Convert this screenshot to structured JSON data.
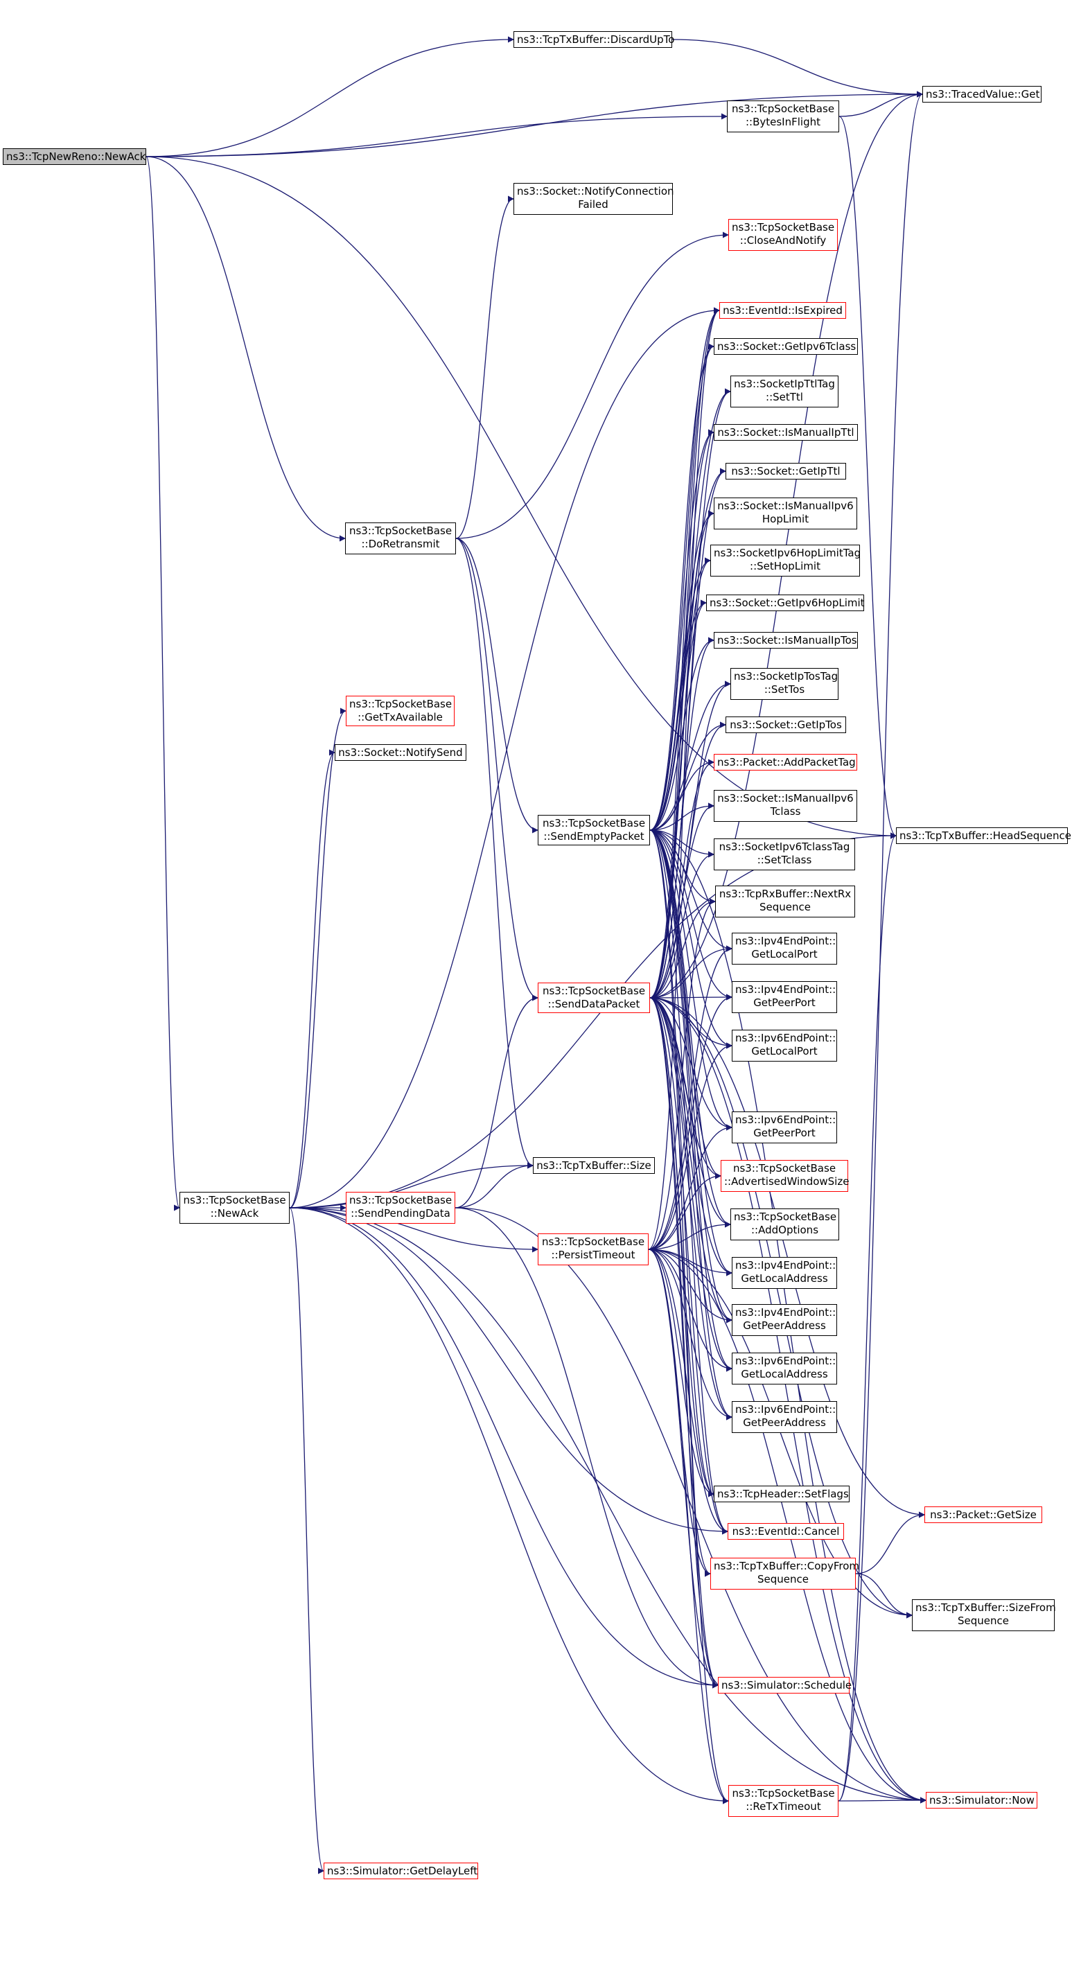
{
  "colors": {
    "edge": "#191970",
    "node_border": "#000000",
    "node_border_red": "#ff0000",
    "root_fill": "#bfbfbf"
  },
  "nodes": [
    {
      "id": "n01",
      "lines": [
        "ns3::TcpNewReno::NewAck"
      ],
      "style": "root"
    },
    {
      "id": "n02",
      "lines": [
        "ns3::TcpTxBuffer::DiscardUpTo"
      ],
      "style": "black"
    },
    {
      "id": "n03",
      "lines": [
        "ns3::TracedValue::Get"
      ],
      "style": "black"
    },
    {
      "id": "n04",
      "lines": [
        "ns3::TcpSocketBase",
        "::BytesInFlight"
      ],
      "style": "black"
    },
    {
      "id": "n05",
      "lines": [
        "ns3::Socket::NotifyConnection",
        "Failed"
      ],
      "style": "black"
    },
    {
      "id": "n06",
      "lines": [
        "ns3::TcpSocketBase",
        "::CloseAndNotify"
      ],
      "style": "red"
    },
    {
      "id": "n07",
      "lines": [
        "ns3::EventId::IsExpired"
      ],
      "style": "red"
    },
    {
      "id": "n08",
      "lines": [
        "ns3::Socket::GetIpv6Tclass"
      ],
      "style": "black"
    },
    {
      "id": "n09",
      "lines": [
        "ns3::SocketIpTtlTag",
        "::SetTtl"
      ],
      "style": "black"
    },
    {
      "id": "n10",
      "lines": [
        "ns3::Socket::IsManualIpTtl"
      ],
      "style": "black"
    },
    {
      "id": "n11",
      "lines": [
        "ns3::Socket::GetIpTtl"
      ],
      "style": "black"
    },
    {
      "id": "n12",
      "lines": [
        "ns3::TcpSocketBase",
        "::DoRetransmit"
      ],
      "style": "black"
    },
    {
      "id": "n13",
      "lines": [
        "ns3::Socket::IsManualIpv6",
        "HopLimit"
      ],
      "style": "black"
    },
    {
      "id": "n14",
      "lines": [
        "ns3::SocketIpv6HopLimitTag",
        "::SetHopLimit"
      ],
      "style": "black"
    },
    {
      "id": "n15",
      "lines": [
        "ns3::Socket::GetIpv6HopLimit"
      ],
      "style": "black"
    },
    {
      "id": "n16",
      "lines": [
        "ns3::Socket::IsManualIpTos"
      ],
      "style": "black"
    },
    {
      "id": "n17",
      "lines": [
        "ns3::TcpSocketBase",
        "::GetTxAvailable"
      ],
      "style": "red"
    },
    {
      "id": "n18",
      "lines": [
        "ns3::SocketIpTosTag",
        "::SetTos"
      ],
      "style": "black"
    },
    {
      "id": "n19",
      "lines": [
        "ns3::Socket::GetIpTos"
      ],
      "style": "black"
    },
    {
      "id": "n20",
      "lines": [
        "ns3::Socket::NotifySend"
      ],
      "style": "black"
    },
    {
      "id": "n21",
      "lines": [
        "ns3::Packet::AddPacketTag"
      ],
      "style": "red"
    },
    {
      "id": "n22",
      "lines": [
        "ns3::Socket::IsManualIpv6",
        "Tclass"
      ],
      "style": "black"
    },
    {
      "id": "n23",
      "lines": [
        "ns3::TcpSocketBase",
        "::SendEmptyPacket"
      ],
      "style": "black"
    },
    {
      "id": "n24",
      "lines": [
        "ns3::TcpTxBuffer::HeadSequence"
      ],
      "style": "black"
    },
    {
      "id": "n25",
      "lines": [
        "ns3::SocketIpv6TclassTag",
        "::SetTclass"
      ],
      "style": "black"
    },
    {
      "id": "n26",
      "lines": [
        "ns3::TcpRxBuffer::NextRx",
        "Sequence"
      ],
      "style": "black"
    },
    {
      "id": "n27",
      "lines": [
        "ns3::Ipv4EndPoint::",
        "GetLocalPort"
      ],
      "style": "black"
    },
    {
      "id": "n28",
      "lines": [
        "ns3::TcpSocketBase",
        "::SendDataPacket"
      ],
      "style": "red"
    },
    {
      "id": "n29",
      "lines": [
        "ns3::Ipv4EndPoint::",
        "GetPeerPort"
      ],
      "style": "black"
    },
    {
      "id": "n30",
      "lines": [
        "ns3::Ipv6EndPoint::",
        "GetLocalPort"
      ],
      "style": "black"
    },
    {
      "id": "n31",
      "lines": [
        "ns3::Ipv6EndPoint::",
        "GetPeerPort"
      ],
      "style": "black"
    },
    {
      "id": "n32",
      "lines": [
        "ns3::TcpTxBuffer::Size"
      ],
      "style": "black"
    },
    {
      "id": "n33",
      "lines": [
        "ns3::TcpSocketBase",
        "::AdvertisedWindowSize"
      ],
      "style": "red"
    },
    {
      "id": "n34",
      "lines": [
        "ns3::TcpSocketBase",
        "::NewAck"
      ],
      "style": "black"
    },
    {
      "id": "n35",
      "lines": [
        "ns3::TcpSocketBase",
        "::SendPendingData"
      ],
      "style": "red"
    },
    {
      "id": "n36",
      "lines": [
        "ns3::TcpSocketBase",
        "::AddOptions"
      ],
      "style": "black"
    },
    {
      "id": "n37",
      "lines": [
        "ns3::TcpSocketBase",
        "::PersistTimeout"
      ],
      "style": "red"
    },
    {
      "id": "n38",
      "lines": [
        "ns3::Ipv4EndPoint::",
        "GetLocalAddress"
      ],
      "style": "black"
    },
    {
      "id": "n39",
      "lines": [
        "ns3::Ipv4EndPoint::",
        "GetPeerAddress"
      ],
      "style": "black"
    },
    {
      "id": "n40",
      "lines": [
        "ns3::Ipv6EndPoint::",
        "GetLocalAddress"
      ],
      "style": "black"
    },
    {
      "id": "n41",
      "lines": [
        "ns3::Ipv6EndPoint::",
        "GetPeerAddress"
      ],
      "style": "black"
    },
    {
      "id": "n42",
      "lines": [
        "ns3::TcpHeader::SetFlags"
      ],
      "style": "black"
    },
    {
      "id": "n43",
      "lines": [
        "ns3::Packet::GetSize"
      ],
      "style": "red"
    },
    {
      "id": "n44",
      "lines": [
        "ns3::EventId::Cancel"
      ],
      "style": "red"
    },
    {
      "id": "n45",
      "lines": [
        "ns3::TcpTxBuffer::CopyFrom",
        "Sequence"
      ],
      "style": "red"
    },
    {
      "id": "n46",
      "lines": [
        "ns3::TcpTxBuffer::SizeFrom",
        "Sequence"
      ],
      "style": "black"
    },
    {
      "id": "n47",
      "lines": [
        "ns3::Simulator::Schedule"
      ],
      "style": "red"
    },
    {
      "id": "n48",
      "lines": [
        "ns3::TcpSocketBase",
        "::ReTxTimeout"
      ],
      "style": "red"
    },
    {
      "id": "n49",
      "lines": [
        "ns3::Simulator::Now"
      ],
      "style": "red"
    },
    {
      "id": "n50",
      "lines": [
        "ns3::Simulator::GetDelayLeft"
      ],
      "style": "red"
    }
  ],
  "edges": [
    [
      "n01",
      "n02"
    ],
    [
      "n01",
      "n03"
    ],
    [
      "n01",
      "n04"
    ],
    [
      "n01",
      "n24"
    ],
    [
      "n01",
      "n12"
    ],
    [
      "n01",
      "n34"
    ],
    [
      "n02",
      "n03"
    ],
    [
      "n04",
      "n03"
    ],
    [
      "n04",
      "n24"
    ],
    [
      "n12",
      "n05"
    ],
    [
      "n12",
      "n06"
    ],
    [
      "n12",
      "n23"
    ],
    [
      "n12",
      "n28"
    ],
    [
      "n12",
      "n32"
    ],
    [
      "n23",
      "n07"
    ],
    [
      "n23",
      "n08"
    ],
    [
      "n23",
      "n09"
    ],
    [
      "n23",
      "n10"
    ],
    [
      "n23",
      "n11"
    ],
    [
      "n23",
      "n13"
    ],
    [
      "n23",
      "n14"
    ],
    [
      "n23",
      "n15"
    ],
    [
      "n23",
      "n16"
    ],
    [
      "n23",
      "n18"
    ],
    [
      "n23",
      "n19"
    ],
    [
      "n23",
      "n21"
    ],
    [
      "n23",
      "n22"
    ],
    [
      "n23",
      "n25"
    ],
    [
      "n23",
      "n26"
    ],
    [
      "n23",
      "n27"
    ],
    [
      "n23",
      "n29"
    ],
    [
      "n23",
      "n30"
    ],
    [
      "n23",
      "n31"
    ],
    [
      "n23",
      "n33"
    ],
    [
      "n23",
      "n36"
    ],
    [
      "n23",
      "n38"
    ],
    [
      "n23",
      "n39"
    ],
    [
      "n23",
      "n40"
    ],
    [
      "n23",
      "n41"
    ],
    [
      "n23",
      "n42"
    ],
    [
      "n23",
      "n44"
    ],
    [
      "n23",
      "n47"
    ],
    [
      "n23",
      "n49"
    ],
    [
      "n28",
      "n03"
    ],
    [
      "n28",
      "n07"
    ],
    [
      "n28",
      "n08"
    ],
    [
      "n28",
      "n09"
    ],
    [
      "n28",
      "n10"
    ],
    [
      "n28",
      "n11"
    ],
    [
      "n28",
      "n13"
    ],
    [
      "n28",
      "n14"
    ],
    [
      "n28",
      "n15"
    ],
    [
      "n28",
      "n16"
    ],
    [
      "n28",
      "n18"
    ],
    [
      "n28",
      "n19"
    ],
    [
      "n28",
      "n21"
    ],
    [
      "n28",
      "n22"
    ],
    [
      "n28",
      "n25"
    ],
    [
      "n28",
      "n26"
    ],
    [
      "n28",
      "n27"
    ],
    [
      "n28",
      "n29"
    ],
    [
      "n28",
      "n30"
    ],
    [
      "n28",
      "n31"
    ],
    [
      "n28",
      "n33"
    ],
    [
      "n28",
      "n36"
    ],
    [
      "n28",
      "n38"
    ],
    [
      "n28",
      "n39"
    ],
    [
      "n28",
      "n40"
    ],
    [
      "n28",
      "n41"
    ],
    [
      "n28",
      "n42"
    ],
    [
      "n28",
      "n43"
    ],
    [
      "n28",
      "n44"
    ],
    [
      "n28",
      "n45"
    ],
    [
      "n28",
      "n46"
    ],
    [
      "n28",
      "n47"
    ],
    [
      "n28",
      "n48"
    ],
    [
      "n28",
      "n49"
    ],
    [
      "n34",
      "n07"
    ],
    [
      "n34",
      "n17"
    ],
    [
      "n34",
      "n20"
    ],
    [
      "n34",
      "n32"
    ],
    [
      "n34",
      "n35"
    ],
    [
      "n34",
      "n37"
    ],
    [
      "n34",
      "n44"
    ],
    [
      "n34",
      "n47"
    ],
    [
      "n34",
      "n48"
    ],
    [
      "n34",
      "n49"
    ],
    [
      "n34",
      "n50"
    ],
    [
      "n34",
      "n24"
    ],
    [
      "n35",
      "n28"
    ],
    [
      "n35",
      "n32"
    ],
    [
      "n35",
      "n47"
    ],
    [
      "n35",
      "n49"
    ],
    [
      "n37",
      "n07"
    ],
    [
      "n37",
      "n26"
    ],
    [
      "n37",
      "n27"
    ],
    [
      "n37",
      "n29"
    ],
    [
      "n37",
      "n30"
    ],
    [
      "n37",
      "n31"
    ],
    [
      "n37",
      "n33"
    ],
    [
      "n37",
      "n36"
    ],
    [
      "n37",
      "n38"
    ],
    [
      "n37",
      "n39"
    ],
    [
      "n37",
      "n40"
    ],
    [
      "n37",
      "n41"
    ],
    [
      "n37",
      "n42"
    ],
    [
      "n37",
      "n44"
    ],
    [
      "n37",
      "n45"
    ],
    [
      "n37",
      "n46"
    ],
    [
      "n37",
      "n47"
    ],
    [
      "n37",
      "n48"
    ],
    [
      "n37",
      "n49"
    ],
    [
      "n45",
      "n43"
    ],
    [
      "n45",
      "n46"
    ],
    [
      "n48",
      "n49"
    ],
    [
      "n48",
      "n03"
    ],
    [
      "n48",
      "n24"
    ]
  ]
}
